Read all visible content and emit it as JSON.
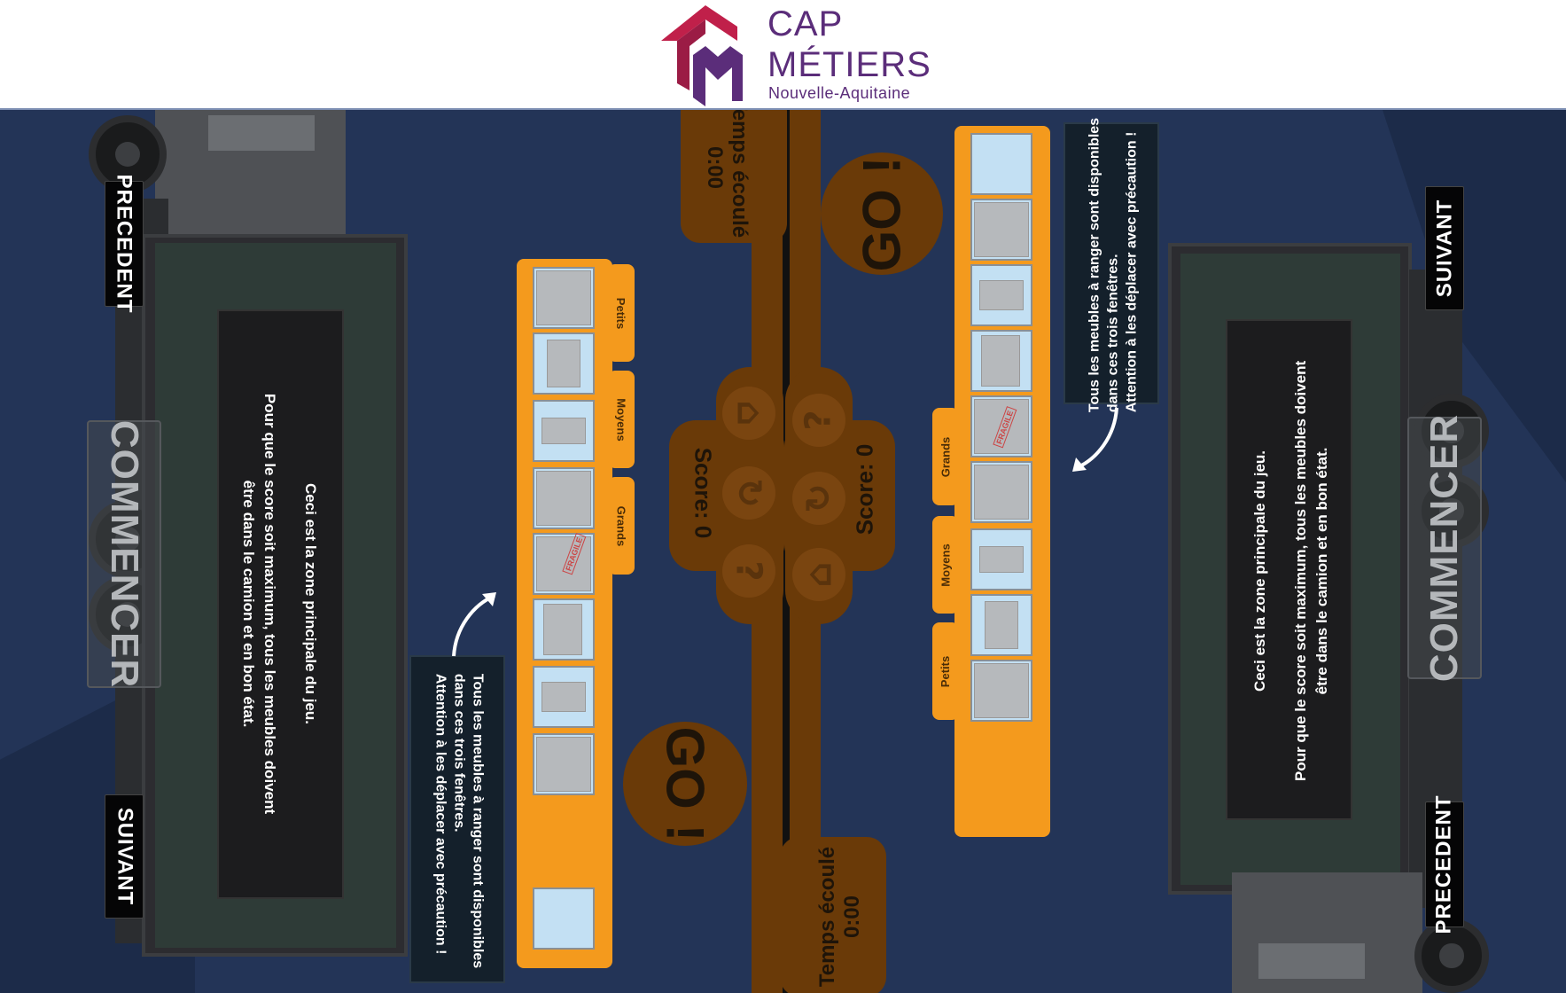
{
  "header": {
    "logo_line1": "CAP",
    "logo_line2": "MÉTIERS",
    "logo_line3": "Nouvelle-Aquitaine"
  },
  "left_side": {
    "precedent": "PRECEDENT",
    "suivant": "SUIVANT",
    "commencer": "COMMENCER",
    "message_line1": "Ceci est la zone principale du jeu.",
    "message_line2": "Pour que le score soit maximum, tous les meubles doivent",
    "message_line3": "être dans le camion et en bon état.",
    "hint_line1": "Tous les meubles à ranger sont disponibles",
    "hint_line2": "dans ces trois fenêtres.",
    "hint_line3": "Attention à les déplacer avec précaution !",
    "tabs": [
      "Petits",
      "Moyens",
      "Grands"
    ],
    "score": "Score: 0",
    "time_label": "Temps écoulé",
    "time_value": "0:00",
    "go": "GO !"
  },
  "right_side": {
    "precedent": "PRECEDENT",
    "suivant": "SUIVANT",
    "commencer": "COMMENCER",
    "message_line1": "Ceci est la zone principale du jeu.",
    "message_line2": "Pour que le score soit maximum, tous les meubles doivent",
    "message_line3": "être dans le camion et en bon état.",
    "hint_line1": "Tous les meubles à ranger sont disponibles",
    "hint_line2": "dans ces trois fenêtres.",
    "hint_line3": "Attention à les déplacer avec précaution !",
    "tabs": [
      "Grands",
      "Moyens",
      "Petits"
    ],
    "score": "Score: 0",
    "time_label": "Temps écoulé",
    "time_value": "0:00",
    "go": "GO !"
  },
  "fragile_label": "FRAGILE",
  "icons": {
    "home": "home-icon",
    "restart": "restart-icon",
    "help": "help-icon"
  },
  "colors": {
    "background": "#233457",
    "tray_orange": "#f49a1d",
    "hud_brown": "#6a3a08",
    "logo_purple": "#5b2d7a",
    "logo_red": "#c0204a"
  }
}
